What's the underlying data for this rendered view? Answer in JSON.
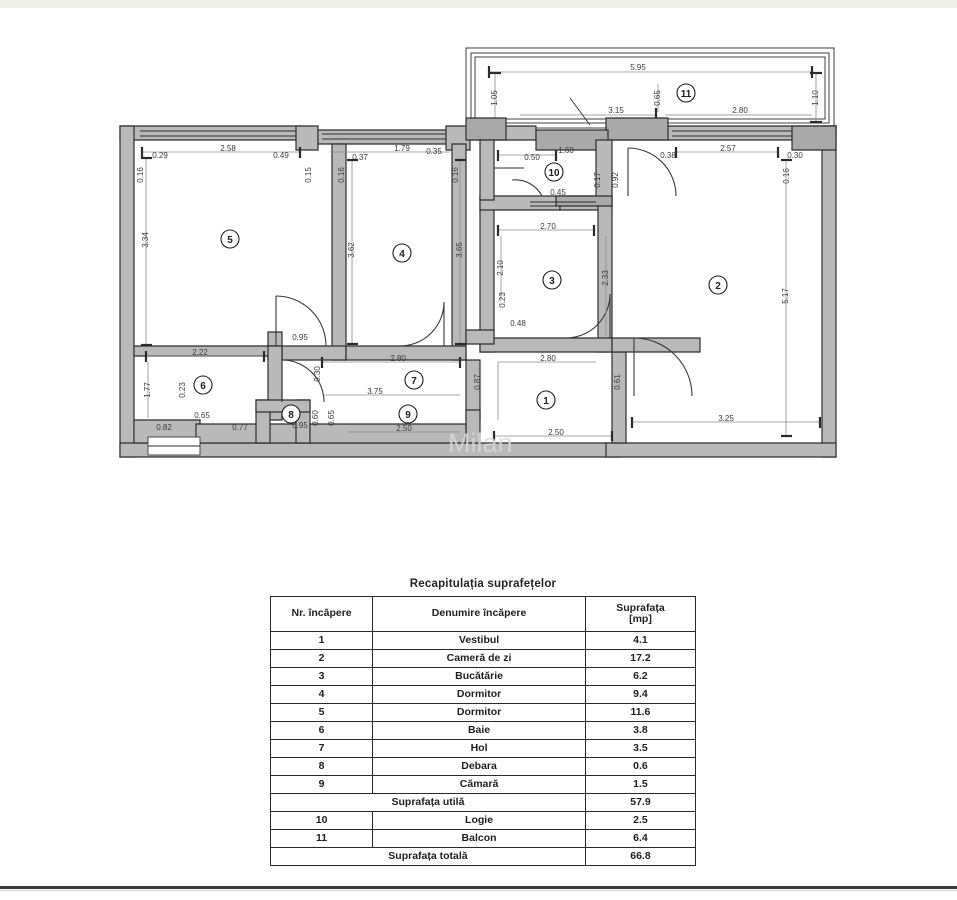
{
  "document": {
    "type": "apartment-floor-plan",
    "watermark": "Milan"
  },
  "plan": {
    "rooms": [
      {
        "num": "1",
        "name": "Vestibul"
      },
      {
        "num": "2",
        "name": "Cameră de zi"
      },
      {
        "num": "3",
        "name": "Bucătărie"
      },
      {
        "num": "4",
        "name": "Dormitor"
      },
      {
        "num": "5",
        "name": "Dormitor"
      },
      {
        "num": "6",
        "name": "Baie"
      },
      {
        "num": "7",
        "name": "Hol"
      },
      {
        "num": "8",
        "name": "Debara"
      },
      {
        "num": "9",
        "name": "Cămară"
      },
      {
        "num": "10",
        "name": "Logie"
      },
      {
        "num": "11",
        "name": "Balcon"
      }
    ],
    "dimensions": {
      "balcony_length": "5.95",
      "balcony_left_depth": "1.05",
      "balcony_right_depth": "1.10",
      "balcony_inner_a": "3.15",
      "balcony_inner_b": "2.80",
      "balcony_offset": "0.65",
      "r5_top": "2.58",
      "r5_left_off": "0.29",
      "r5_right_off": "0.49",
      "r5_wall_a": "0.16",
      "r5_wall_b": "0.15",
      "r5_height": "3.34",
      "r4_top": "1.79",
      "r4_left_off": "0.37",
      "r4_right_off": "0.35",
      "r4_wall_a": "0.16",
      "r4_wall_b": "0.16",
      "r4_left_h": "3.62",
      "r4_right_h": "3.65",
      "r4_bottom": "2.80",
      "r10_width": "1.60",
      "r10_off": "0.50",
      "r10_a": "0.17",
      "r10_b": "0.92",
      "r10_c": "0.45",
      "r3_top": "2.70",
      "r3_left_h": "2.10",
      "r3_right_h": "2.33",
      "r3_sub": "0.23",
      "r3_ledge": "0.48",
      "r3_bottom": "2.80",
      "r2_top": "2.57",
      "r2_off_a": "0.38",
      "r2_off_b": "0.30",
      "r2_wall": "0.16",
      "r2_right_h": "5.17",
      "r2_bottom": "3.25",
      "r2_door": "0.61",
      "r6_top": "2.22",
      "r6_left_h": "1.77",
      "r6_sub": "0.23",
      "r6_a": "0.65",
      "r6_b": "0.82",
      "r6_c": "0.77",
      "r7_top": "2.80",
      "r7_mid": "3.75",
      "r7_door": "0.95",
      "r7_sm": "0.30",
      "r8_a": "0.95",
      "r8_b": "0.60",
      "r8_c": "0.65",
      "r9_bottom": "2.50",
      "r1_h": "0.87",
      "r1_bottom": "2.50"
    }
  },
  "table": {
    "title": "Recapitulația suprafețelor",
    "headers": {
      "nr": "Nr. încăpere",
      "name": "Denumire încăpere",
      "area_main": "Suprafața",
      "area_unit": "[mp]"
    },
    "rows": [
      {
        "nr": "1",
        "name": "Vestibul",
        "area": "4.1"
      },
      {
        "nr": "2",
        "name": "Cameră de zi",
        "area": "17.2"
      },
      {
        "nr": "3",
        "name": "Bucătărie",
        "area": "6.2"
      },
      {
        "nr": "4",
        "name": "Dormitor",
        "area": "9.4"
      },
      {
        "nr": "5",
        "name": "Dormitor",
        "area": "11.6"
      },
      {
        "nr": "6",
        "name": "Baie",
        "area": "3.8"
      },
      {
        "nr": "7",
        "name": "Hol",
        "area": "3.5"
      },
      {
        "nr": "8",
        "name": "Debara",
        "area": "0.6"
      },
      {
        "nr": "9",
        "name": "Cămară",
        "area": "1.5"
      }
    ],
    "subtotal": {
      "label": "Suprafața utilă",
      "area": "57.9"
    },
    "extra_rows": [
      {
        "nr": "10",
        "name": "Logie",
        "area": "2.5"
      },
      {
        "nr": "11",
        "name": "Balcon",
        "area": "6.4"
      }
    ],
    "total": {
      "label": "Suprafața totală",
      "area": "66.8"
    }
  }
}
